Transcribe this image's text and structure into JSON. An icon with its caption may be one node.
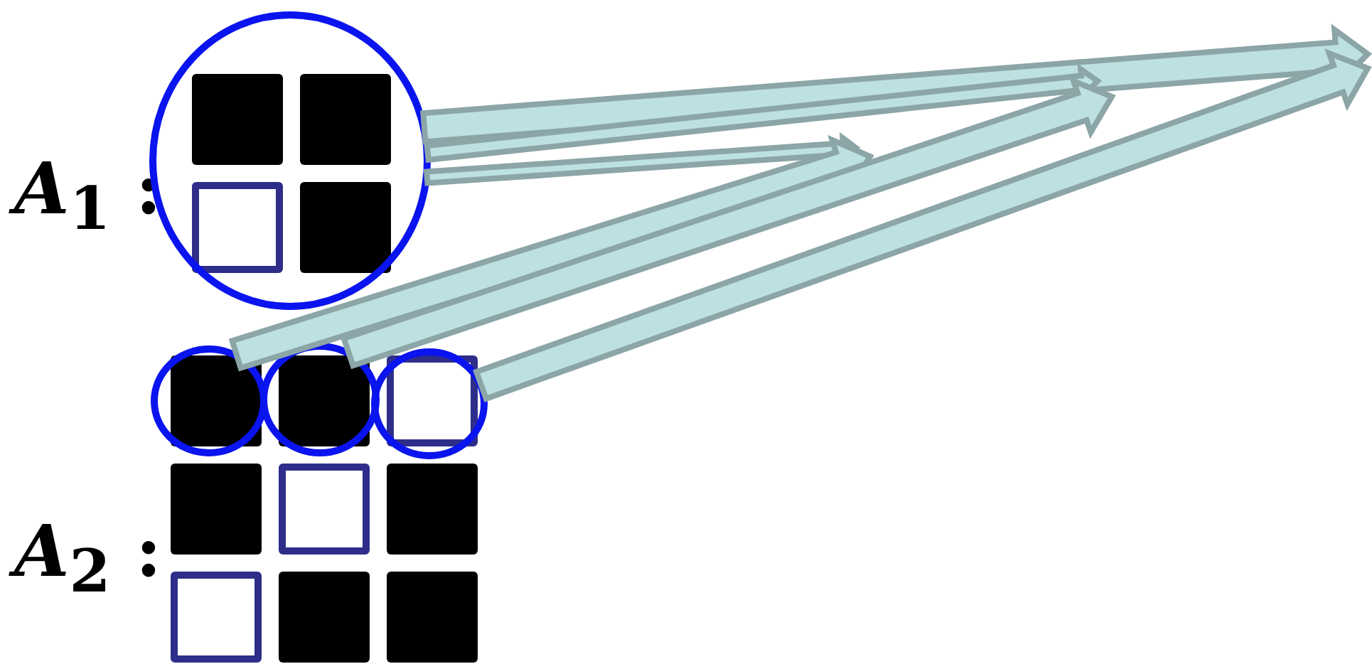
{
  "diagram": {
    "nodes": [
      {
        "text": [],
        "shape": "circle"
      },
      {
        "text": [],
        "shape": "box",
        "in": 0
      },
      {
        "text": [],
        "shape": "box",
        "in": 0
      },
      {
        "text": [],
        "shape": "box",
        "in": 0
      },
      {
        "text": [],
        "shape": "box",
        "in": 0
      },
      {
        "text": [],
        "shape": "circle"
      },
      {
        "text": [],
        "shape": "circle"
      },
      {
        "text": [],
        "shape": "circle"
      },
      {
        "text": [],
        "shape": "box",
        "in": 5
      },
      {
        "text": [],
        "shape": "box",
        "in": 6
      },
      {
        "text": [],
        "shape": "box",
        "in": 7
      },
      {
        "text": [],
        "shape": "box"
      },
      {
        "text": [],
        "shape": "box"
      },
      {
        "text": [],
        "shape": "box"
      },
      {
        "text": [],
        "shape": "box"
      },
      {
        "text": [],
        "shape": "box"
      },
      {
        "text": [],
        "shape": "box"
      }
    ],
    "edges": [
      {
        "from": 0,
        "to": null,
        "arrow": "to"
      },
      {
        "from": 0,
        "to": null,
        "arrow": "to"
      },
      {
        "from": 0,
        "to": null,
        "arrow": "to"
      },
      {
        "from": 5,
        "to": null,
        "arrow": "to"
      },
      {
        "from": 6,
        "to": null,
        "arrow": "to"
      },
      {
        "from": 7,
        "to": null,
        "arrow": "to"
      }
    ],
    "labels": [
      "*A*$_{1}$ :",
      "*A*$_{2}$ :"
    ]
  }
}
